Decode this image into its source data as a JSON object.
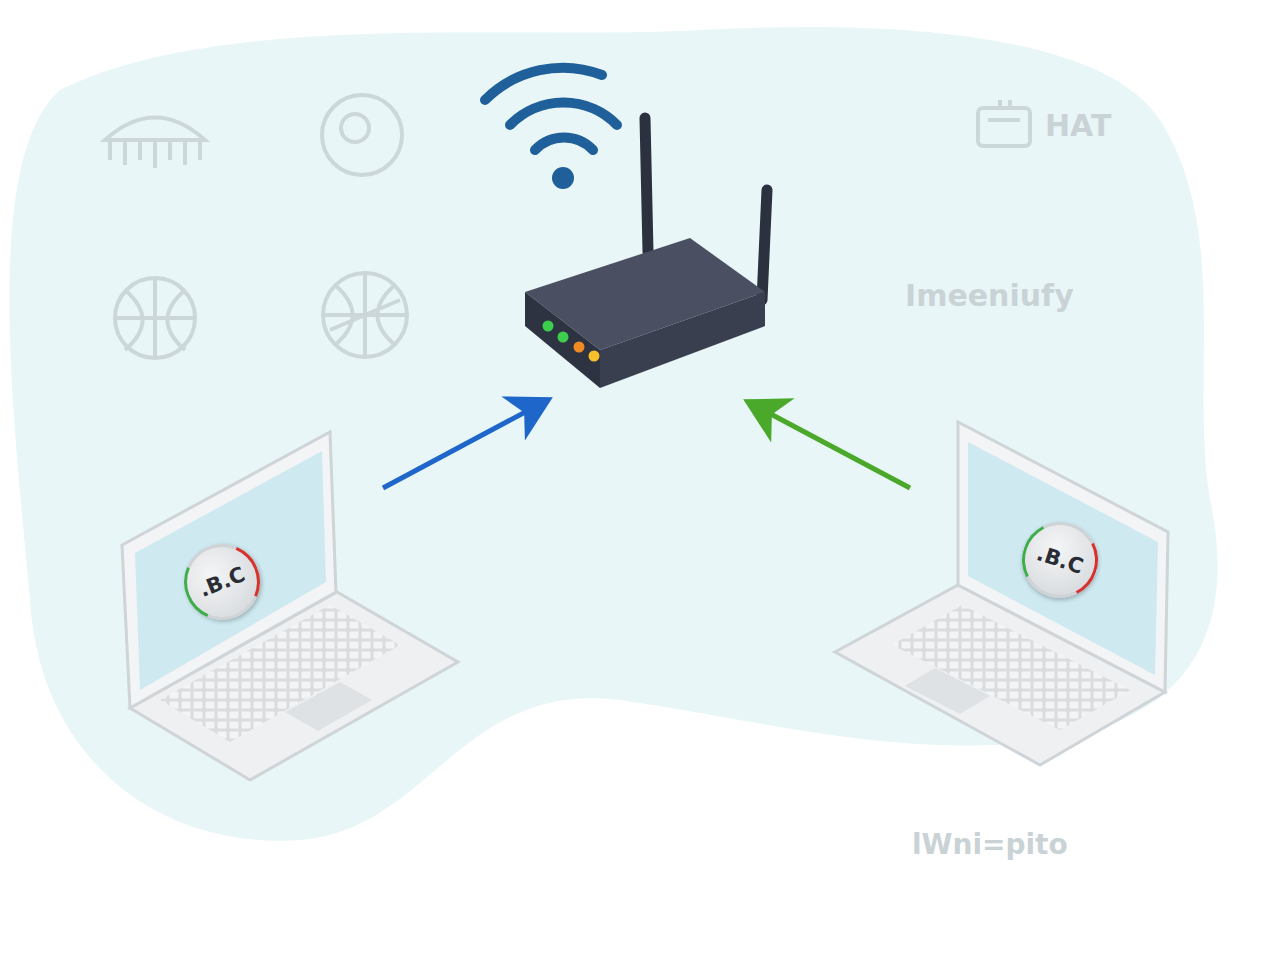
{
  "diagram": {
    "nodes": [
      {
        "text": [
          ".B.C"
        ]
      },
      {
        "text": [
          ".B.C"
        ]
      }
    ],
    "labels": [
      "HAT",
      "Imeeniufy",
      "lWni=pito"
    ]
  }
}
